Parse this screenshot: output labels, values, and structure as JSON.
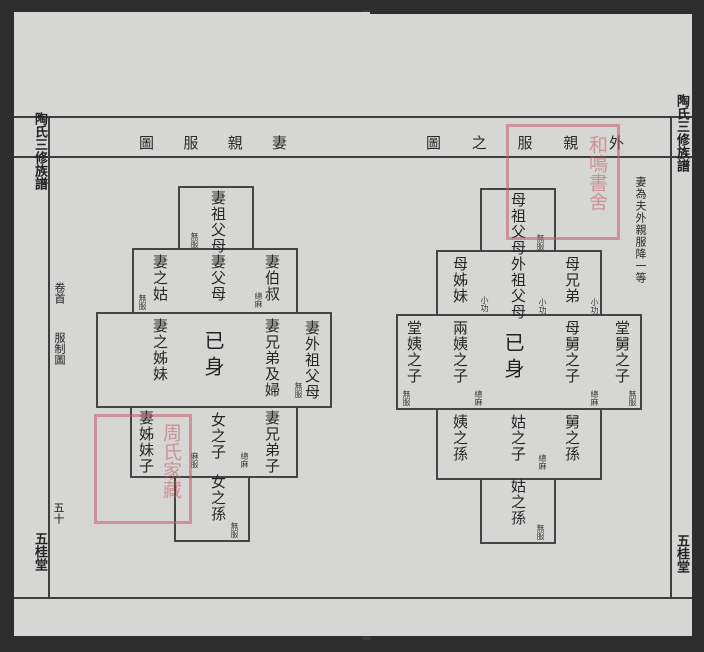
{
  "spine": {
    "left_title": "陶氏三修族譜",
    "left_volume": "卷首",
    "left_section": "服制圖",
    "left_page": "五十",
    "left_hall": "五桂堂",
    "right_title": "陶氏三修族譜",
    "right_hall": "五桂堂"
  },
  "left": {
    "title_chars": [
      "妻",
      "親",
      "服",
      "圖"
    ],
    "cells": {
      "top": "妻祖父母",
      "l1": "妻之姑",
      "c1": "妻父母",
      "r1": "妻伯叔",
      "l2": "妻之姊妹",
      "center": "已身",
      "r2": "妻兄弟及婦",
      "far_r": "妻外祖父母",
      "l3": "妻姊妹子",
      "c3": "女之子",
      "r3": "妻兄弟子",
      "bottom": "女之孫"
    },
    "marks": {
      "m_top": "無服",
      "m_l1": "無服",
      "m_r1": "總麻",
      "m_c3": "總麻",
      "m_l3": "麻服",
      "m_bottom": "無服",
      "m_far_r": "無服"
    }
  },
  "right": {
    "title_chars": [
      "外",
      "親",
      "服",
      "之",
      "圖"
    ],
    "note": "妻為夫外親服降一等",
    "cells": {
      "top": "母祖父母",
      "l1": "母姊妹",
      "c1": "外祖父母",
      "r1": "母兄弟",
      "far_l": "堂姨之子",
      "l2": "兩姨之子",
      "center": "已身",
      "r2": "母舅之子",
      "far_r": "堂舅之子",
      "l3": "姨之孫",
      "c3": "姑之子",
      "r3": "舅之孫",
      "bottom": "姑之孫"
    },
    "marks": {
      "m_top": "無服",
      "m_l1": "小功",
      "m_c1": "小功",
      "m_r1": "小功",
      "m_l2": "總麻",
      "m_r2": "總麻",
      "m_far_l": "無服",
      "m_far_r": "無服",
      "m_c3": "總麻",
      "m_bottom": "無服"
    }
  },
  "stamps": {
    "left_stamp": "周氏家藏",
    "right_stamp": "和鳴書舍"
  },
  "colors": {
    "paper": "#d6d6d4",
    "ink": "#262626",
    "stamp": "#c45a6a",
    "background": "#2e2e2e"
  }
}
